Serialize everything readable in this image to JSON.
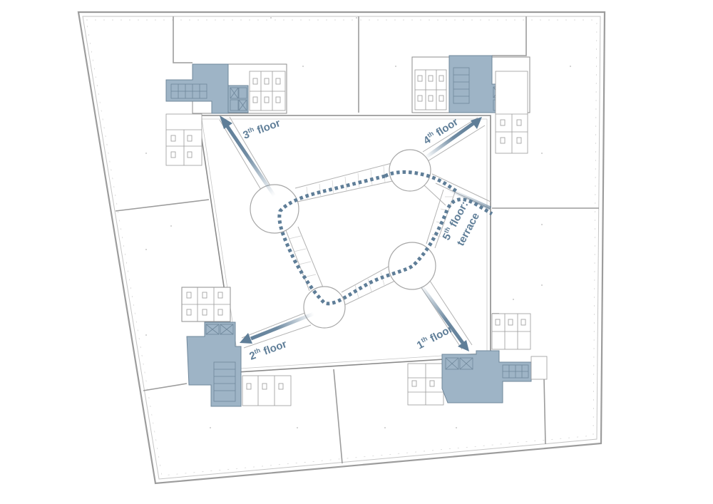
{
  "colors": {
    "background": "#ffffff",
    "wall": "#9c9c9c",
    "wall_light": "#c4c4c4",
    "core_fill": "#9eb4c6",
    "core_stroke": "#6f879b",
    "accent": "#5f7e98",
    "route": "#5f7e98",
    "atrium_line": "#8a8a8a"
  },
  "labels": {
    "floor1": {
      "num": "1",
      "sup": "th",
      "word": " floor"
    },
    "floor2": {
      "num": "2",
      "sup": "th",
      "word": " floor"
    },
    "floor3": {
      "num": "3",
      "sup": "th",
      "word": " floor"
    },
    "floor4": {
      "num": "4",
      "sup": "th",
      "word": " floor"
    },
    "floor5": {
      "num": "5",
      "sup": "th",
      "word": " floor:",
      "line2": "terrace"
    }
  },
  "icons": {
    "arrows": "arrow-icon",
    "route": "dotted-route-icon"
  }
}
